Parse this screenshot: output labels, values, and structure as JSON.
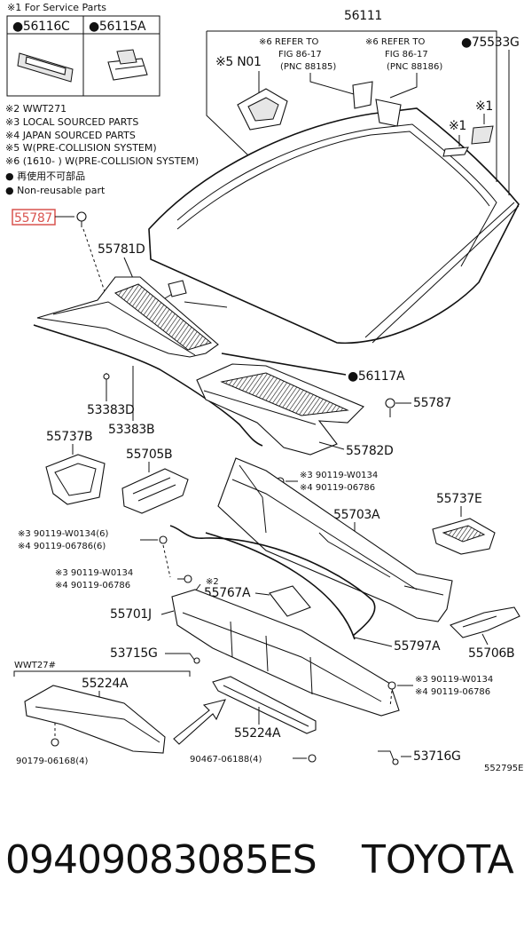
{
  "legend": {
    "service_header": "※1 For Service Parts",
    "service_parts": [
      "●56116C",
      "●56115A"
    ],
    "notes": [
      "※2 WWT271",
      "※3 LOCAL SOURCED PARTS",
      "※4 JAPAN SOURCED PARTS",
      "※5 W(PRE-COLLISION SYSTEM)",
      "※6 (1610-      ) W(PRE-COLLISION SYSTEM)",
      "● 再使用不可部品",
      "● Non-reusable part"
    ]
  },
  "callouts": {
    "c56111": "56111",
    "c75533G": "●75533G",
    "ref1_l1": "※6 REFER TO",
    "ref1_l2": "FIG 86-17",
    "ref1_l3": "(PNC 88185)",
    "ref2_l1": "※6 REFER TO",
    "ref2_l2": "FIG 86-17",
    "ref2_l3": "(PNC 88186)",
    "n01": "※5 N01",
    "x1a": "※1",
    "x1b": "※1",
    "c55787_hl": "55787",
    "c55781D": "55781D",
    "c56117A": "●56117A",
    "c55787b": "55787",
    "c53383D": "53383D",
    "c53383B": "53383B",
    "c55782D": "55782D",
    "c55737B": "55737B",
    "c55705B": "55705B",
    "c90119a_3": "※3 90119-W0134",
    "c90119a_4": "※4 90119-06786",
    "c55737E": "55737E",
    "c55703A": "55703A",
    "c90119b_3": "※3 90119-W0134(6)",
    "c90119b_4": "※4 90119-06786(6)",
    "c90119c_3": "※3 90119-W0134",
    "c90119c_4": "※4 90119-06786",
    "x2": "※2",
    "c55767A": "55767A",
    "c55701J": "55701J",
    "c55797A": "55797A",
    "c55706B": "55706B",
    "c53715G": "53715G",
    "wwt27": "WWT27#",
    "c55224A_l": "55224A",
    "c90119d_3": "※3 90119-W0134",
    "c90119d_4": "※4 90119-06786",
    "c55224A_r": "55224A",
    "c90179": "90179-06168(4)",
    "c90467": "90467-06188(4)",
    "c53716G": "53716G",
    "figno": "552795E"
  },
  "footer": {
    "part_number": "09409083085ES",
    "brand": "TOYOTA"
  },
  "colors": {
    "highlight": "#d9534f",
    "ink": "#111111"
  }
}
